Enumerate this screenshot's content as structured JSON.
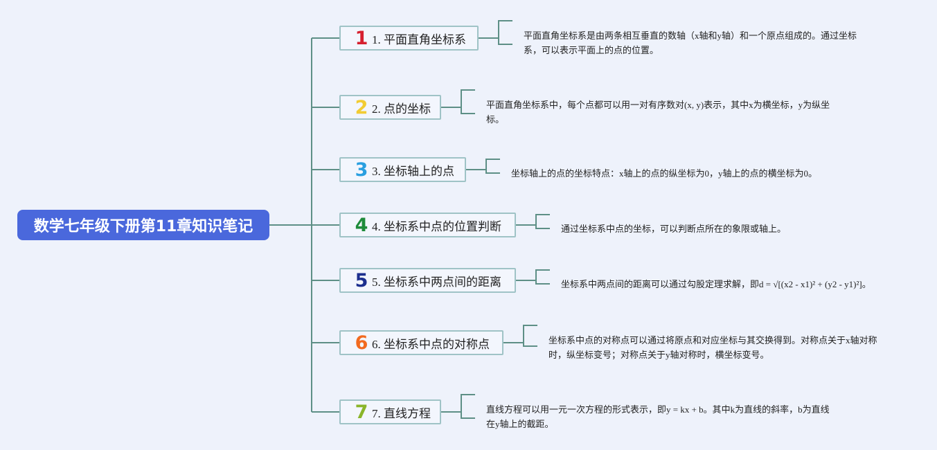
{
  "root": {
    "title": "数学七年级下册第11章知识笔记",
    "color": "#4a68dc"
  },
  "topics": [
    {
      "number": "1",
      "number_color": "#d6202f",
      "label": "1. 平面直角坐标系",
      "note": "平面直角坐标系是由两条相互垂直的数轴（x轴和y轴）和一个原点组成的。通过坐标系，可以表示平面上的点的位置。"
    },
    {
      "number": "2",
      "number_color": "#f2cc33",
      "label": "2. 点的坐标",
      "note": "平面直角坐标系中，每个点都可以用一对有序数对(x, y)表示，其中x为横坐标，y为纵坐标。"
    },
    {
      "number": "3",
      "number_color": "#2a9fe0",
      "label": "3. 坐标轴上的点",
      "note": "坐标轴上的点的坐标特点：x轴上的点的纵坐标为0，y轴上的点的横坐标为0。"
    },
    {
      "number": "4",
      "number_color": "#1e8b3a",
      "label": "4. 坐标系中点的位置判断",
      "note": "通过坐标系中点的坐标，可以判断点所在的象限或轴上。"
    },
    {
      "number": "5",
      "number_color": "#1c2f8f",
      "label": "5. 坐标系中两点间的距离",
      "note": "坐标系中两点间的距离可以通过勾股定理求解，即d = √[(x2 - x1)² + (y2 - y1)²]。"
    },
    {
      "number": "6",
      "number_color": "#f26a1f",
      "label": "6. 坐标系中点的对称点",
      "note": "坐标系中点的对称点可以通过将原点和对应坐标与其交换得到。对称点关于x轴对称时，纵坐标变号；对称点关于y轴对称时，横坐标变号。"
    },
    {
      "number": "7",
      "number_color": "#8ab52a",
      "label": "7. 直线方程",
      "note": "直线方程可以用一元一次方程的形式表示，即y = kx + b。其中k为直线的斜率，b为直线在y轴上的截距。"
    }
  ],
  "connector_color": "#5d8f86"
}
